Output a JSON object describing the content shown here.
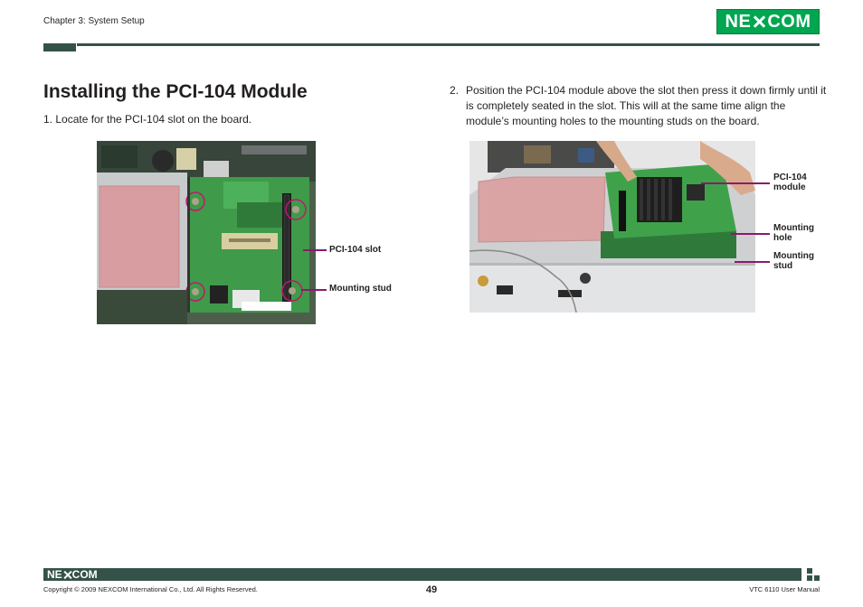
{
  "header": {
    "chapter": "Chapter 3: System Setup",
    "logo_text": "NEXCOM"
  },
  "colors": {
    "brand_green": "#00a650",
    "rule_dark": "#35524a",
    "callout": "#8b1a6e"
  },
  "main": {
    "title": "Installing the PCI-104 Module",
    "step1": "1.  Locate for the PCI-104 slot on the board.",
    "step2_num": "2.",
    "step2_text": "Position the PCI-104 module above the slot then press it down firmly until it is completely seated in the slot. This will at the same time align the module’s mounting holes to the mounting studs on the board."
  },
  "figure1": {
    "callouts": [
      "PCI-104 slot",
      "Mounting stud"
    ]
  },
  "figure2": {
    "callouts": [
      "PCI-104 module",
      "Mounting hole",
      "Mounting stud"
    ]
  },
  "footer": {
    "logo_text": "NEXCOM",
    "copyright": "Copyright © 2009 NEXCOM International Co., Ltd. All Rights Reserved.",
    "page": "49",
    "manual": "VTC 6110 User Manual"
  }
}
